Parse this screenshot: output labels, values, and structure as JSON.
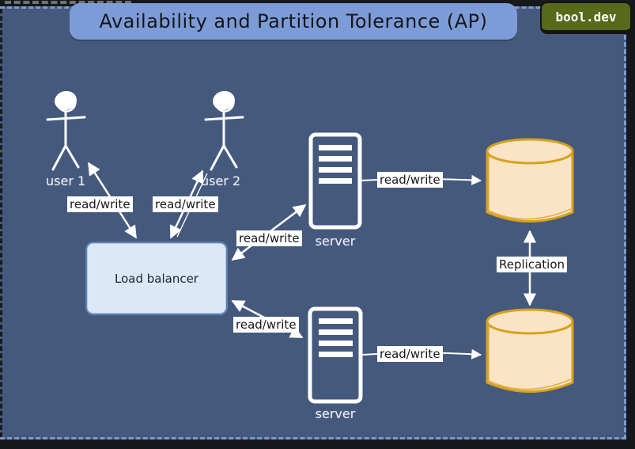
{
  "title": "Availability and Partition Tolerance (AP)",
  "badge": "bool.dev",
  "users": {
    "user1": "user 1",
    "user2": "user 2"
  },
  "load_balancer": "Load balancer",
  "servers": {
    "server1": "server",
    "server2": "server"
  },
  "edge_labels": {
    "user1_lb": "read/write",
    "user2_lb": "read/write",
    "lb_server1": "read/write",
    "lb_server2": "read/write",
    "server1_db1": "read/write",
    "server2_db2": "read/write",
    "db1_db2": "Replication"
  },
  "colors": {
    "frame": "#17181b",
    "background": "#45597d",
    "dashed_border": "#7d9bd0",
    "title_bg": "#7d9cd7",
    "badge_bg": "#57691a",
    "lb_fill": "#dbe8f8",
    "lb_border": "#5d80b4",
    "db_fill": "#fbe4c5",
    "db_border": "#d6a11c",
    "line": "#ffffff"
  }
}
